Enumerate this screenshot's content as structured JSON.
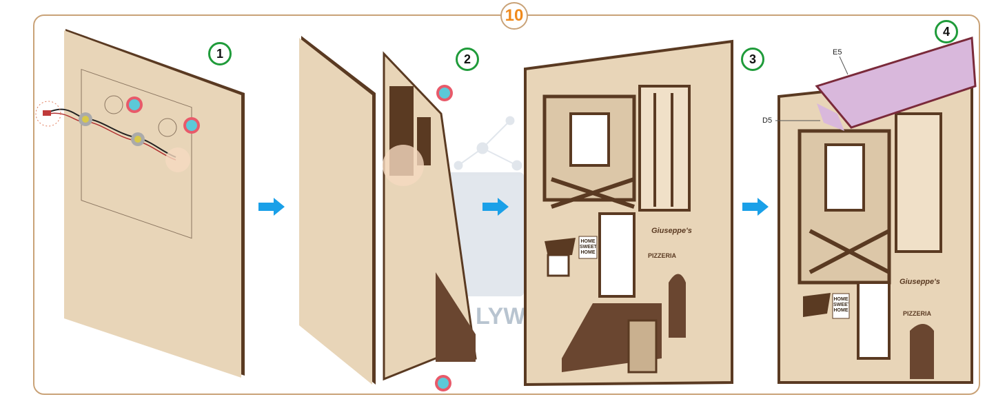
{
  "step_number": "10",
  "substeps": [
    "1",
    "2",
    "3",
    "4"
  ],
  "part_labels": {
    "roof": "E5",
    "insert": "D5"
  },
  "signs": {
    "restaurant": "Giuseppe's",
    "pizzeria": "PIZZERIA",
    "home": "HOME SWEET HOME"
  },
  "watermark": "LYW",
  "colors": {
    "frame": "#c9a277",
    "step_number": "#f08a1c",
    "substep_ring": "#1f9b3a",
    "arrow": "#1aa0e8",
    "wood": "#e8d5b8",
    "wood_edge": "#5a3a22",
    "roof": "#d9b8dc"
  }
}
